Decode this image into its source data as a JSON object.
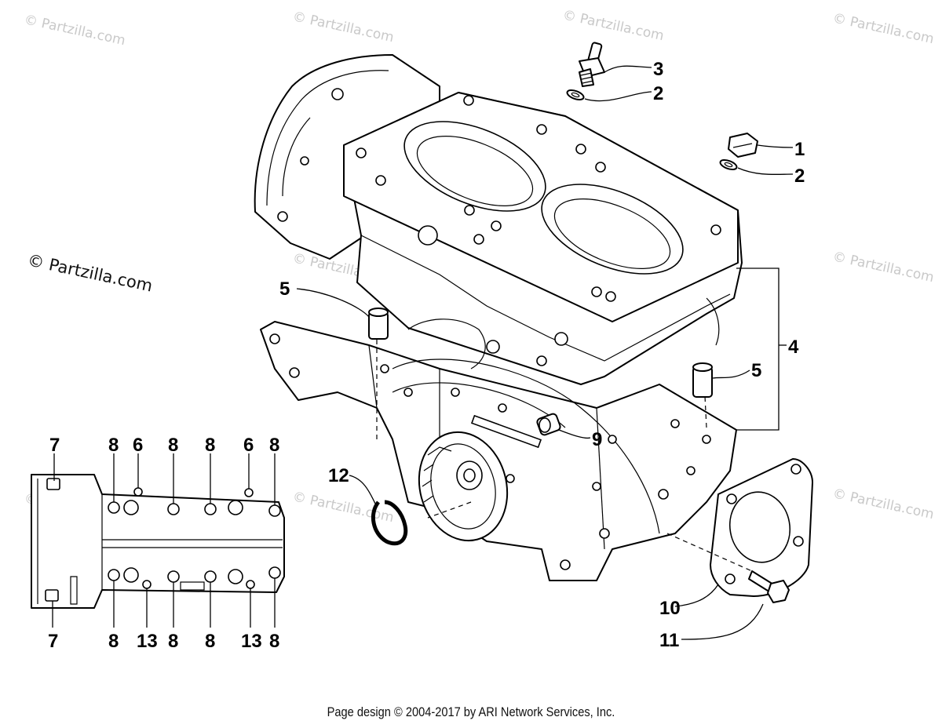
{
  "watermarks": {
    "faint": "© Partzilla.com",
    "main": "© Partzilla.com"
  },
  "callouts": {
    "c1": "1",
    "c2a": "2",
    "c2b": "2",
    "c3": "3",
    "c4": "4",
    "c5a": "5",
    "c5b": "5",
    "c9": "9",
    "c10": "10",
    "c11": "11",
    "c12": "12"
  },
  "inset_callouts": {
    "top": [
      "7",
      "8",
      "6",
      "8",
      "8",
      "6",
      "8"
    ],
    "bottom": [
      "7",
      "8",
      "13",
      "8",
      "8",
      "13",
      "8"
    ]
  },
  "footer": "Page design © 2004-2017 by ARI Network Services, Inc."
}
